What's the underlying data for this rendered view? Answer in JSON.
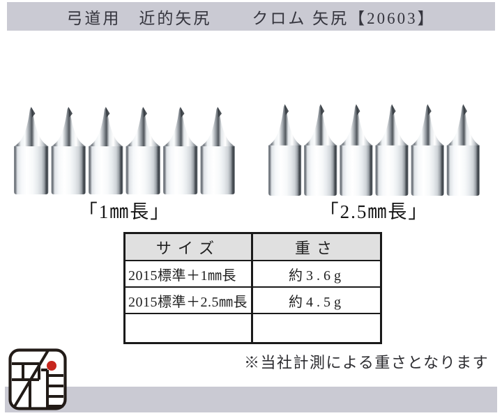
{
  "meta": {
    "kind": "e-commerce product description image",
    "colors": {
      "bar_background": "#cacad3",
      "table_header_background": "#e0e0e0",
      "table_border": "#1a1a1a",
      "header_text": "#35353e",
      "logo_dot_red": "#c6261d",
      "chrome_dark": "#3a4046",
      "chrome_light": "#ffffff"
    }
  },
  "header": {
    "title_left": "弓道用　近的矢尻",
    "title_right": "クロム 矢尻【20603】"
  },
  "products": [
    {
      "photo": "six chrome kyudo arrow points, 1mm long type",
      "label": "「1㎜長」"
    },
    {
      "photo": "six chrome kyudo arrow points, 2.5mm long type",
      "label": "「2.5㎜長」"
    }
  ],
  "table": {
    "headers": [
      "サイズ",
      "重さ"
    ],
    "rows": [
      [
        "2015標準＋1㎜長",
        "約3.6g"
      ],
      [
        "2015標準＋2.5㎜長",
        "約4.5g"
      ],
      [
        "",
        ""
      ]
    ]
  },
  "note": "※当社計測による重さとなります",
  "logo": {
    "icon": "miyabi-crest",
    "depicts": "stylized 雅 character seal with red dot"
  }
}
